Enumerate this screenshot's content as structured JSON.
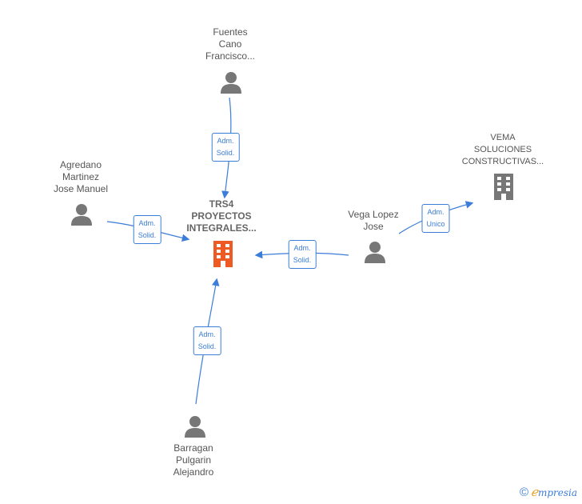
{
  "center_company": {
    "name": "TRS4\nPROYECTOS\nINTEGRALES...",
    "color": "#ee5a24"
  },
  "nodes": {
    "fuentes": {
      "name": "Fuentes\nCano\nFrancisco..."
    },
    "agredano": {
      "name": "Agredano\nMartinez\nJose Manuel"
    },
    "vega": {
      "name": "Vega Lopez\nJose"
    },
    "barragan": {
      "name": "Barragan\nPulgarin\nAlejandro"
    },
    "vema": {
      "name": "VEMA\nSOLUCIONES\nCONSTRUCTIVAS..."
    }
  },
  "edges": {
    "fuentes_center": "Adm.\nSolid.",
    "agredano_center": "Adm.\nSolid.",
    "vega_center": "Adm.\nSolid.",
    "barragan_center": "Adm.\nSolid.",
    "vega_vema": "Adm.\nUnico"
  },
  "colors": {
    "edge": "#3b7dd8",
    "person_icon": "#777777",
    "company_icon": "#777777"
  },
  "footer": {
    "copyright_symbol": "©",
    "brand_first": "ℯ",
    "brand_rest": "mpresia"
  }
}
